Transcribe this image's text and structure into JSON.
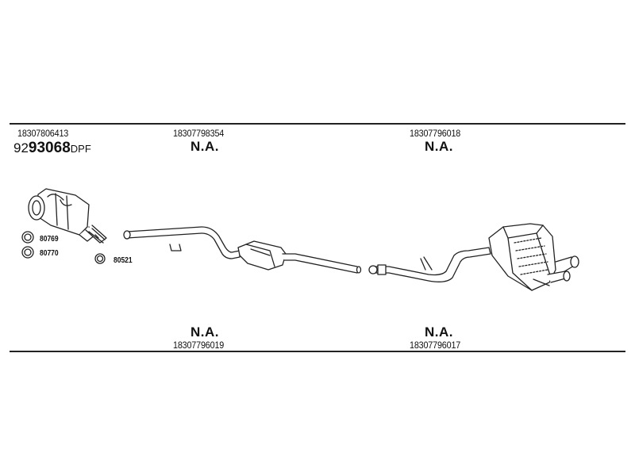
{
  "top_row": {
    "part1": "18307806413",
    "part1_code_prefix": "92",
    "part1_code_main": "93068",
    "part1_code_suffix": "DPF",
    "part2": "18307798354",
    "part2_status": "N.A.",
    "part3": "18307796018",
    "part3_status": "N.A."
  },
  "bottom_row": {
    "part4_status": "N.A.",
    "part4": "18307796019",
    "part5_status": "N.A.",
    "part5": "18307796017"
  },
  "clamps": {
    "c1": "80769",
    "c2": "80770",
    "c3": "80521"
  }
}
